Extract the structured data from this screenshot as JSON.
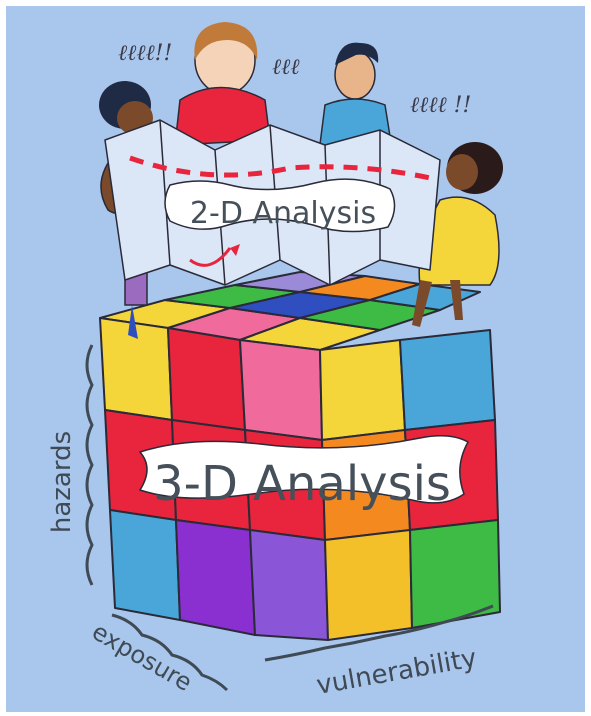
{
  "banners": {
    "top": "2-D Analysis",
    "main": "3-D Analysis"
  },
  "axes": {
    "vertical": "hazards",
    "left_bottom": "exposure",
    "right_bottom": "vulnerability"
  },
  "speech": {
    "left": "ℓℓℓℓ!!",
    "middle": "ℓℓℓ",
    "right": "ℓℓℓℓ !!"
  },
  "colors": {
    "background": "#a9c6ec",
    "red": "#e8253c",
    "yellow": "#f5d63a",
    "orange": "#f48a1f",
    "green": "#3dbb45",
    "blue": "#2f73d6",
    "purple": "#8a55d6",
    "pink": "#f06a9c"
  }
}
